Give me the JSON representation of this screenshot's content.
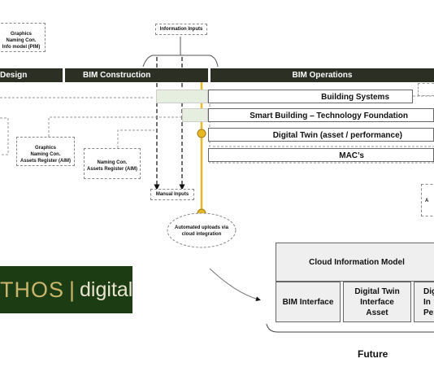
{
  "phases": {
    "design": "Design",
    "construction": "BIM Construction",
    "operations": "BIM Operations"
  },
  "top_info_box": [
    "Graphics",
    "Naming Con.",
    "Info model (PIM)"
  ],
  "information_inputs": "Information Inputs",
  "bars": {
    "building_systems": "Building Systems",
    "smart_building": "Smart Building – Technology Foundation",
    "digital_twin": "Digital Twin (asset / performance)",
    "macs": "MAC’s"
  },
  "aim_box_1": [
    "Graphics",
    "Naming Con.",
    "Assets Register (AIM)"
  ],
  "aim_box_2": [
    "Naming Con.",
    "Assets Register (AIM)"
  ],
  "manual_inputs": "Manual Inputs",
  "automated_uploads": [
    "Automated uploads via",
    "cloud integration"
  ],
  "cloud_info_model": "Cloud Information Model",
  "interfaces": {
    "bim": "BIM Interface",
    "dt_asset": [
      "Digital Twin",
      "Interface",
      "Asset"
    ],
    "dt_perf": [
      "Dig",
      "In",
      "Per"
    ]
  },
  "future": "Future",
  "right_edge_label": "A",
  "logo": {
    "prefix": "THOS",
    "suffix": "digital"
  },
  "colors": {
    "phase_bar": "#2b2f24",
    "accent": "#e8b923",
    "logo_bg": "#1c3d14",
    "logo_text": "#c8b46a"
  }
}
